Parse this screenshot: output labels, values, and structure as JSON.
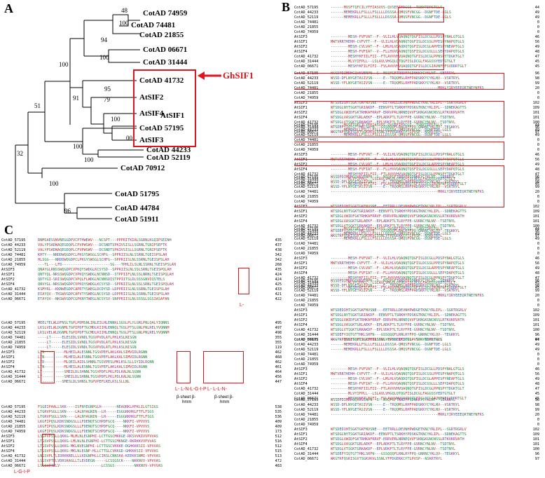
{
  "panels": {
    "a": "A",
    "b": "B",
    "c": "C"
  },
  "tree": {
    "leaves": [
      "CotAD 74959",
      "CotAD 74481",
      "CotAD 21855",
      "CotAD 06671",
      "CotAD 31444",
      "CotAD 41732",
      "AtSIF2",
      "AtSIF4",
      "AtSIF1",
      "AtSIF3",
      "CotAD 57195",
      "CotAD 44233",
      "CotAD 52119",
      "CotAD 70912",
      "CotAD 51795",
      "CotAD 44784",
      "CotAD 51911"
    ],
    "bootstraps": [
      "48",
      "100",
      "94",
      "100",
      "100",
      "91",
      "95",
      "79",
      "100",
      "00",
      "51",
      "100",
      "100",
      "32",
      "100",
      "96"
    ],
    "highlight_label": "GhSIF1",
    "highlight_color": "#e0141c"
  },
  "alignment": {
    "genes": [
      "CotAD_57195",
      "CotAD_44233",
      "CotAD_52119",
      "CotAD_74481",
      "CotAD_21855",
      "CotAD_74959",
      "AtSIF3",
      "AtSIF1",
      "AtSIF2",
      "AtSIF4",
      "CotAD_41732",
      "CotAD_31444",
      "CotAD_06671"
    ],
    "blocks_b": [
      {
        "seq": [
          "------MVSFTQFCILYFFIASVVS-QVSEFIFDCGS--TSNYTDPSTGLS",
          "------MEMEKRLLFSLLLFSLLLLDSSSA-QMQSFVNCGG--DGNFTDE-LGLS",
          "------MEMEKRLLFSLLLFSLLLLDSSSA-QMQSFVNCGG--DGNFTDE-LGLS",
          "",
          "",
          "",
          "--------MESH-FVFVAT--F--VLILHLVQAQNQTQGFISLDCGLLPDSPYNALGTGLS",
          "MWTVRRTHEHH-CVFVTT--F--VLILHLVQAQNQTQGFISLDCGSLPPESPYNAPQTGLS",
          "--------MESH-CVLVAT--F--LMLHLVQAQDQTQGFISLDCGLAPPESPYNEAPTGLS",
          "--------MESH-FVFIAT--V--FLLHVVQAQNQTQSFISLDCGSLLLSEPYDAPQTGLS",
          "--------MESHYKFIILFII--FTLAVVVHVQAQNQTGFISLDCGLPPNSPYTDGKTGLT",
          "--------MLVYIFPLL--LSLAVLVHGQLQTQGFISLDCGLFAGGSSYEDTGTGLT",
          "--------MESHYKFILFIFI--FVLAVVVHVQAQDQTGFISLDCGIAVNFNFSVDDRTGLT"
        ],
        "nums": [
          "44",
          "49",
          "49",
          "0",
          "0",
          "0",
          "46",
          "56",
          "49",
          "48",
          "47",
          "45",
          "45"
        ]
      },
      {
        "seq": [
          "WSSDPDIMRHGQVKVENPN--G--NSQPGFTRRDFPSDNKKYCYKLNT--SERRRYL",
          "WSSD-DFLNYGETASIVSN-----E--TRQQMSLRHFPADSKKYCYKLNV--VSRTRYL",
          "WSSD-YFLNYGETASIVSN-----E--TRQQMSLRHFPADSKKYCYKLNV--VSRTRYL",
          "-------------------------------------------------MRKLYIRYEEEQRTNEYNFKS",
          "",
          "",
          "WTSDEDIHTSGKTGKFNVSNE---EETRRLLDEVNHPWDGETKNCYRLIPL--SGRTRGRLV",
          "WTSDGLNYTSGKTGRIAKDF--EENVPTLTSRKHYPDSKGTKNCYKLIPL--SDNEKAGTTS",
          "WTSDGLVWIDFGKTRHKAFRRVF-ERRVPRLNRNEQVVFSKNGKGNCNSSLRTKVKRVATH",
          "WTSDGLVASGKTGRLAEKF--EPLADKPTLTLRYFPE-GVRNCYNLNV--TSDTNYL",
          "WTSDGLVTSGKTGRKAKDF--EPLVDKPTLTLRYFPE-GVRNCYNLNV--TSDTNYL",
          "WTSDEFYIQTGTTHKLSRFN---GSSQQQFLRNLRYFPQ-GNRNCYKLQV--TEGKKYL",
          "WKGTKFQSKISGVTSGKVKVLSSNLYFPDGEKKCYTLPVSP--NSKRTRYL",
          "WTSTFDVGHPQRVLESEESYFEEKDSRSLRHFPD-GERNCYRLSA--TPAAKGSLYL"
        ],
        "nums": [
          "96",
          "98",
          "99",
          "20",
          "0",
          "0",
          "102",
          "109",
          "101",
          "101",
          "100",
          "96",
          "97"
        ]
      }
    ],
    "blocks_c": [
      {
        "seq": [
          "RNMSAESVWVNEGGDPVCPTHWEWV---NCSPT---PPPRITKIALSGRNLKGQIPSEINH",
          "VALYPSADWAQEGDQPLCPVPWSWV---DCSNDTSPKIVSISLLSGRNLTGNIPSEFTK",
          "VALYPSADWAQEGDQPLCPVPWSWV---DCSNDTSPKIVSISLLSGRNLTGNIPSEFTK",
          "KHTY---NRDDWQGDPCLPKGYSWSGLSCHFG--SPPRIISLNLSSRNLTGEISPSLAH",
          "HLSGG---NRDDWQGDPCLPKGYSWSGLSCHFG--SPPRIISLNLSSRNLTGEISPSLAH",
          "---TL---LFD----------------------SG---TPHLILSLNLSSRNLTGEISPSLAH",
          "QNAYGLRNSSWQGDPCVPKQYSWDGLKCSYSD--SPPRIISLNLSSLSRNLTGEISPQLAH",
          "QNTYQL-NRSSWQGDPCVPKQYSWDGLNCNNSD--STPPIIFLNLSSLNRNLTGEISPQLAH",
          "QDTYGI-SRISWQGDPCVPQLFLWDGLNCNNSDISTPPIITSLDLSSSGNVIQSTELS",
          "QNVYGL-NRSSWQGDPCVPKQYSWDGLKCSYSD--SPPRIISLNLSSLSRNLTGEISPQLAH",
          "KSMYRL--KKNWEGDPCAPRTYSWEGLDCDYSD-LDPPRIISLNLSSRNLTGEISPSLAH",
          "EIAYQV--TKGWVGDPCAPVTYSWEGLNCSYSD-LDPPRIISLNLSSRNLTGEISPSLAH",
          "ETAYQV--NKGWVGDPCGPKNYTWEGLNCSYSV-SNPPRIISLNLSSSGLSGSIASAFAN"
        ],
        "nums": [
          "435",
          "437",
          "438",
          "342",
          "342",
          "268",
          "435",
          "424",
          "424",
          "425",
          "433",
          "421",
          "422"
        ]
      },
      {
        "seq": [
          "MEELTELWLDFNSLTGPLPDMSNLINLEILHLENNKLSGSLPLYLGRLPNLQALYIQNNS",
          "LKSLVELWLDGNMLTGPIPDFTGCMDLKIIHLENNQLTGSLPTSLGNLPNLRELYVQNNM",
          "LKSLVELWLDGNMLTGPIPDFTGCMDLKIIHLENNQLTGSLPTSLGNLPNLRELYVQNNM",
          "----LT-----ELESIDLSVNDLTGSVPVDLATLPKLKSLNISGN",
          "----LT-----ELESIDLSVNDLTGSVPVDLATLPKLKSLNISGN",
          "----LT-----ELESIDLSVNDLTGSVPVDLATLPKLKSLNISGN",
          "LTN---------MLHEILALESNNLTGSVPEFLAKLKALSIMVIDLRGNN",
          "LTN---------MLHEILALESNNLTGSVPEFLAKLKALSIMVIDLRGNN",
          "LTD---------MLQEILAIDLSHNNLTGSVPESLMKLKSLSLLSYIDLRGNN",
          "LTN---------MLHEILALESNNLTGSVPEFLAKLKALSIMVIDLRGNN",
          "LT----------SMEILDLSHNNLTGSVPDFLPKLPDLKALNLSGNN",
          "LT----------SMEILDLSHNNLTGSVPDFLPKLPDLKALNLSGNN",
          "-----------SMESLDLSHNSLTGPVPEFLKELKSLSLLNL"
        ],
        "nums": [
          "495",
          "497",
          "498",
          "355",
          "355",
          "119",
          "462",
          "468",
          "462",
          "461",
          "464",
          "456",
          "447"
        ]
      },
      {
        "seq": [
          "FSGEIPAALLSKK----ISFNYEGNPGLH-------NEAQRKLHFKLILGTSIGS",
          "LTGRVPSGLLSKN----LALNYAGNIN--LH-----EGGGRKHKLFTFLFSGS",
          "LTGRVPSGLLSKN----LALNYAGNIN--LH-----EGGGRKHKLFTFLFSGS",
          "LKGFIPQSLKDKSNDGSLLLFDENQTSCHPDFGCQ----NKKFI-VPVVVS",
          "LKGFIPQSLKDKSNDGSLLLFDENQTSCHPDFGCQ----NKKFI-VPVVVS",
          "LKGFIPQSLKDKSNDGSLLLFDENQTSCHPDFGCQ----NKKFI-VPVVVS",
          "LSGPVPSSLLQKKG-MLMLNLEGNPHI-LCTTGSCMKKGE-RKSVVKIVVPVVAS",
          "LTGSVPSSLLQKKG-LMLNLNLEGNPHI-LCTTGSCMKNGE-RKRKKVVPVVAS",
          "LTGSVPSSLLQKKG-MKLNVEGNPHI-LCTTGSCVKKKE-DGHKKKSII-VPVVAS",
          "LTGSVPSSLLQKKG-MKLNLEGNP-HLLCTTGLCVKKGD-GHKKKSII-VPVVAS",
          "LNGSVPLYLIDRKKRELLLLKDGNPHLLCIRSLCNNSKA-KEEKKSNMI-VPVVAS",
          "LSGSVPTELVDRSKAGLLTLEVDEGN-----LCSSGSCK----NKKNVV-VPVVAS",
          "LSGSVPTELV-------------------LCSSGS---------NKKNVV-VPVVAS"
        ],
        "nums": [
          "538",
          "535",
          "536",
          "409",
          "409",
          "173",
          "512",
          "516",
          "512",
          "515",
          "513",
          "472",
          "483"
        ]
      }
    ],
    "struct_labels": [
      "β-sheet β-",
      "hmm",
      "β-sheet β-",
      "hmm"
    ],
    "motif_labels": [
      "L-",
      "L- L-N-L-G-I-P",
      "L- L-L-N-",
      "L-G-I-P"
    ]
  }
}
